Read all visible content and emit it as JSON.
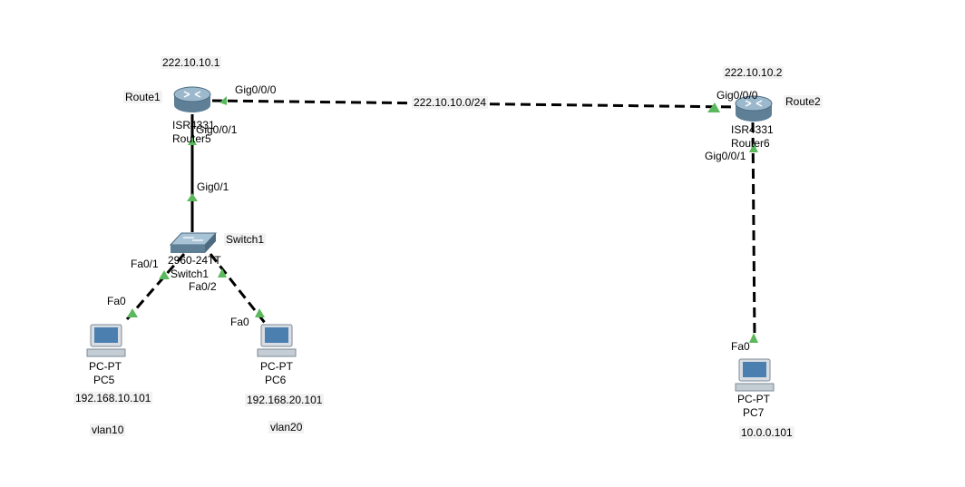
{
  "notes": {
    "route1_ip": "222.10.10.1",
    "route2_ip": "222.10.10.2",
    "wan_network": "222.10.10.0/24",
    "route1_name": "Route1",
    "route2_name": "Route2",
    "switch1_name": "Switch1",
    "pc5_ip": "192.168.10.101",
    "pc6_ip": "192.168.20.101",
    "pc7_ip": "10.0.0.101",
    "pc5_vlan": "vlan10",
    "pc6_vlan": "vlan20"
  },
  "devices": {
    "router5": {
      "model": "ISR4331",
      "name": "Router5"
    },
    "router6": {
      "model": "ISR4331",
      "name": "Router6"
    },
    "switch1": {
      "model": "2960-24TT",
      "name": "Switch1"
    },
    "pc5": {
      "model": "PC-PT",
      "name": "PC5"
    },
    "pc6": {
      "model": "PC-PT",
      "name": "PC6"
    },
    "pc7": {
      "model": "PC-PT",
      "name": "PC7"
    }
  },
  "ports": {
    "r5_wan": "Gig0/0/0",
    "r5_lan": "Gig0/0/1",
    "sw_uplink": "Gig0/1",
    "sw_fa01": "Fa0/1",
    "sw_fa02": "Fa0/2",
    "pc5_fa0": "Fa0",
    "pc6_fa0": "Fa0",
    "r6_wan": "Gig0/0/0",
    "r6_lan": "Gig0/0/1",
    "pc7_fa0": "Fa0"
  },
  "colors": {
    "link_up": "#5cb85c",
    "cable": "#000000",
    "router_body": "#6d8fa5",
    "switch_body": "#6b8ea6",
    "pc_screen": "#4a7fb0"
  }
}
